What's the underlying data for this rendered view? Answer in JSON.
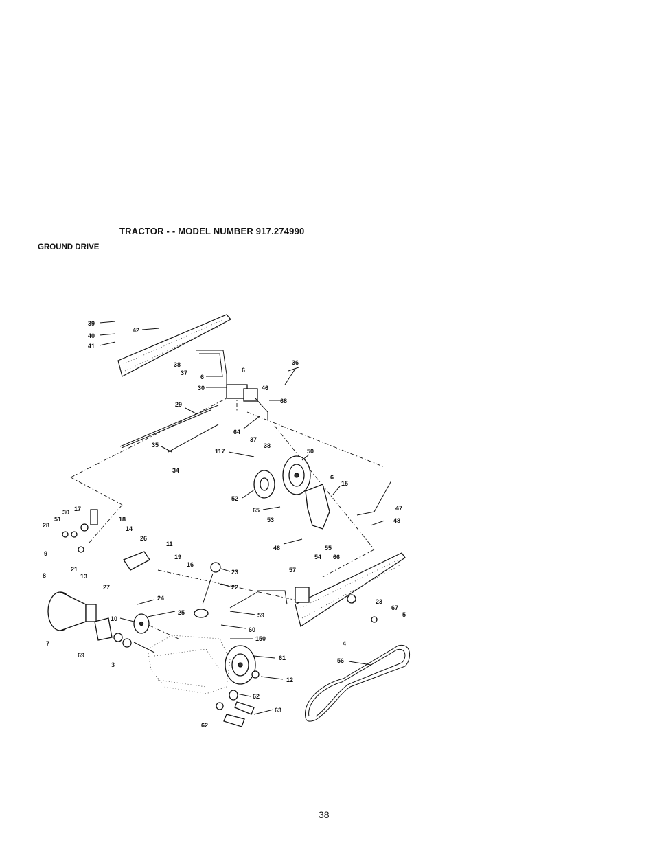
{
  "header": {
    "title": "TRACTOR - - MODEL NUMBER 917.274990",
    "section": "GROUND DRIVE"
  },
  "page_number": "38",
  "callouts": [
    "39",
    "40",
    "41",
    "42",
    "38",
    "37",
    "36",
    "6",
    "6",
    "30",
    "46",
    "68",
    "29",
    "64",
    "37",
    "38",
    "35",
    "34",
    "117",
    "50",
    "6",
    "15",
    "47",
    "52",
    "65",
    "53",
    "48",
    "48",
    "54",
    "55",
    "66",
    "17",
    "30",
    "51",
    "18",
    "28",
    "14",
    "26",
    "11",
    "19",
    "16",
    "9",
    "21",
    "13",
    "27",
    "23",
    "22",
    "8",
    "24",
    "25",
    "10",
    "7",
    "69",
    "3",
    "59",
    "60",
    "150",
    "61",
    "12",
    "62",
    "63",
    "62",
    "57",
    "23",
    "67",
    "5",
    "4",
    "56"
  ]
}
